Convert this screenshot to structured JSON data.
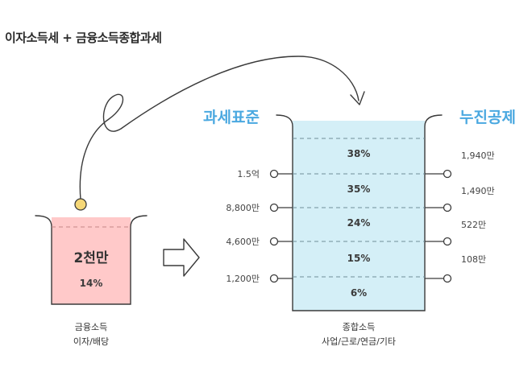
{
  "title": "이자소득세 + 금융소득종합과세",
  "small_cup": {
    "amount": "2천만",
    "rate": "14%",
    "caption_line1": "금융소득",
    "caption_line2": "이자/배당"
  },
  "big_cup": {
    "left_heading": "과세표준",
    "right_heading": "누진공제",
    "caption_line1": "종합소득",
    "caption_line2": "사업/근로/연금/기타",
    "brackets": [
      {
        "rate": "38%"
      },
      {
        "rate": "35%"
      },
      {
        "rate": "24%"
      },
      {
        "rate": "15%"
      },
      {
        "rate": "6%"
      }
    ],
    "thresholds": [
      "1.5억",
      "8,800만",
      "4,600만",
      "1,200만"
    ],
    "deductions": [
      "1,940만",
      "1,490만",
      "522만",
      "108만"
    ]
  },
  "colors": {
    "small_fill": "#ffc9c9",
    "big_fill": "#d4eff7",
    "heading_blue": "#4aa8e0",
    "stroke": "#3a3a3a",
    "ball": "#f5d777"
  }
}
